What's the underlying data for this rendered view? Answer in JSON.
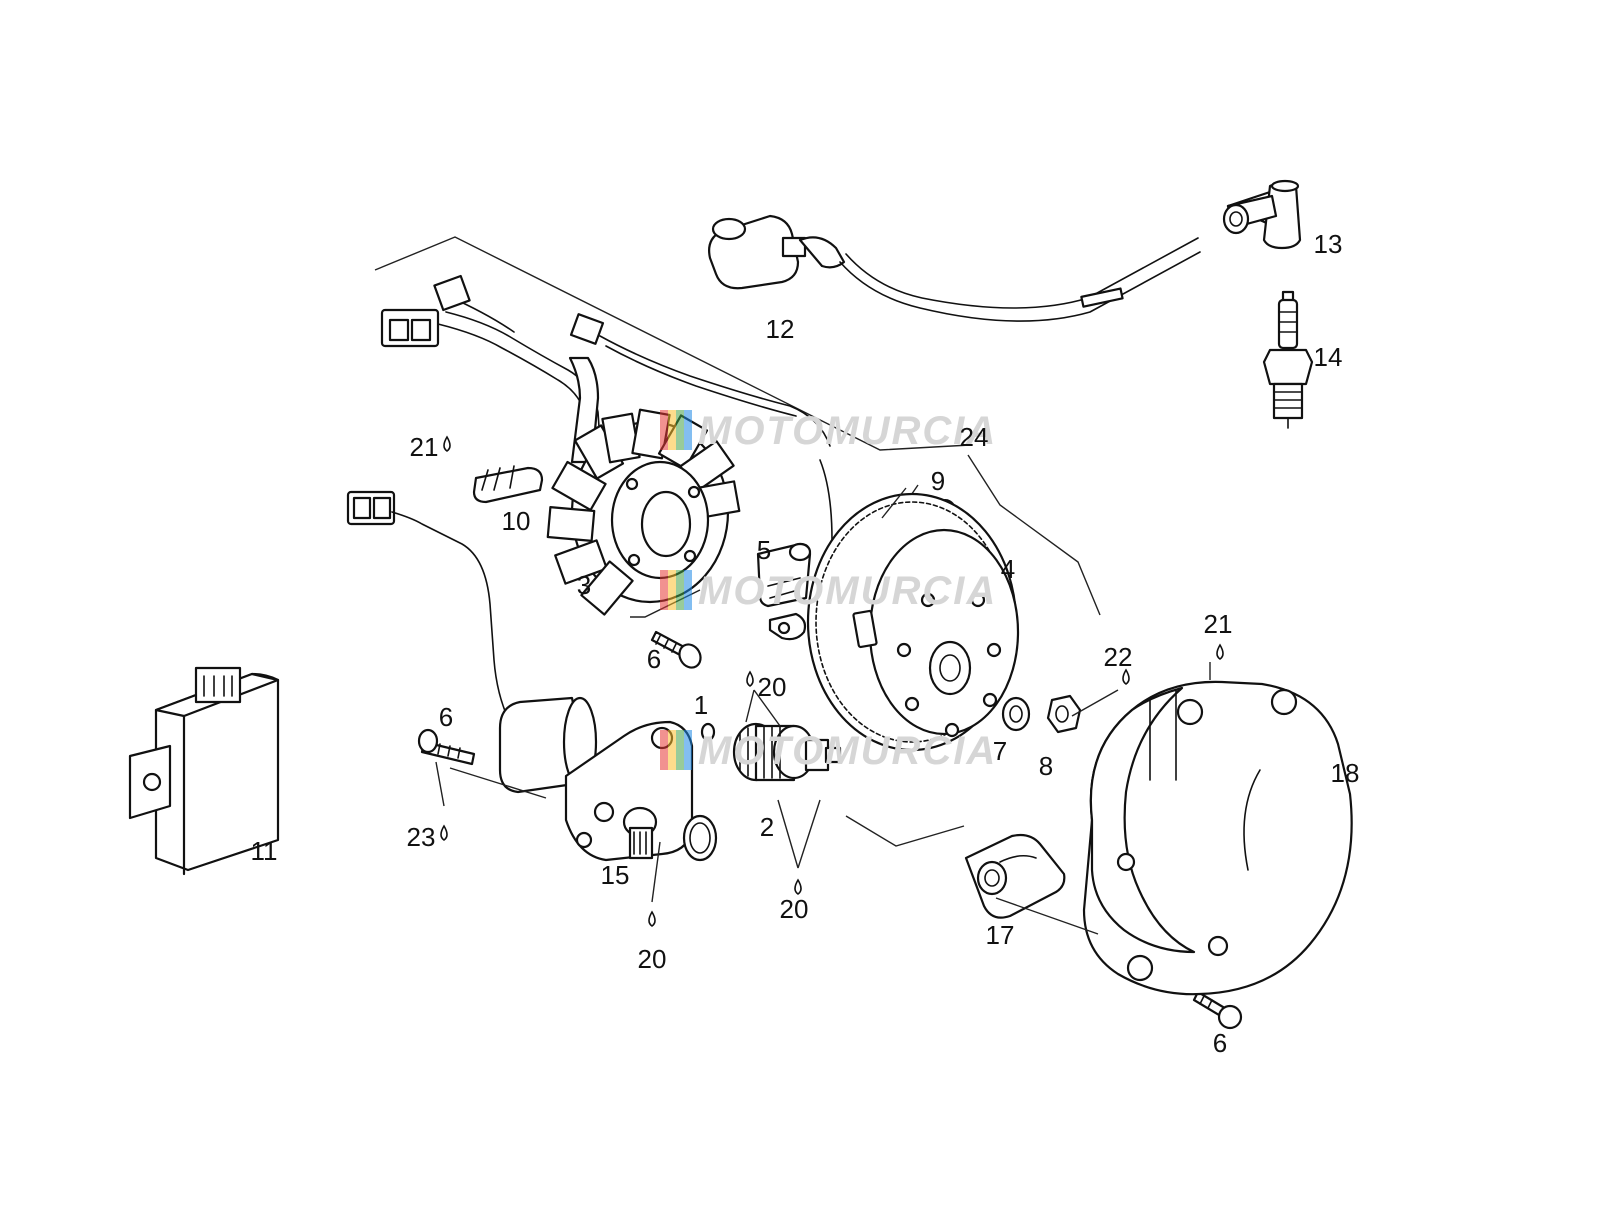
{
  "watermark": {
    "text": "MOTOMURCIA",
    "colors": [
      "#e53935",
      "#fbc02d",
      "#43a047",
      "#1e88e5"
    ]
  },
  "callouts": [
    {
      "id": "c1",
      "text": "1"
    },
    {
      "id": "c2",
      "text": "2"
    },
    {
      "id": "c3",
      "text": "3"
    },
    {
      "id": "c4",
      "text": "4"
    },
    {
      "id": "c5",
      "text": "5"
    },
    {
      "id": "c6a",
      "text": "6"
    },
    {
      "id": "c6b",
      "text": "6"
    },
    {
      "id": "c6c",
      "text": "6"
    },
    {
      "id": "c7",
      "text": "7"
    },
    {
      "id": "c8",
      "text": "8"
    },
    {
      "id": "c9",
      "text": "9"
    },
    {
      "id": "c10",
      "text": "10"
    },
    {
      "id": "c11",
      "text": "11"
    },
    {
      "id": "c12",
      "text": "12"
    },
    {
      "id": "c13",
      "text": "13"
    },
    {
      "id": "c14",
      "text": "14"
    },
    {
      "id": "c15",
      "text": "15"
    },
    {
      "id": "c17",
      "text": "17"
    },
    {
      "id": "c18",
      "text": "18"
    },
    {
      "id": "c20a",
      "text": "20"
    },
    {
      "id": "c20b",
      "text": "20"
    },
    {
      "id": "c20c",
      "text": "20"
    },
    {
      "id": "c21a",
      "text": "21"
    },
    {
      "id": "c21b",
      "text": "21"
    },
    {
      "id": "c22",
      "text": "22"
    },
    {
      "id": "c23",
      "text": "23"
    },
    {
      "id": "c24",
      "text": "24"
    }
  ]
}
